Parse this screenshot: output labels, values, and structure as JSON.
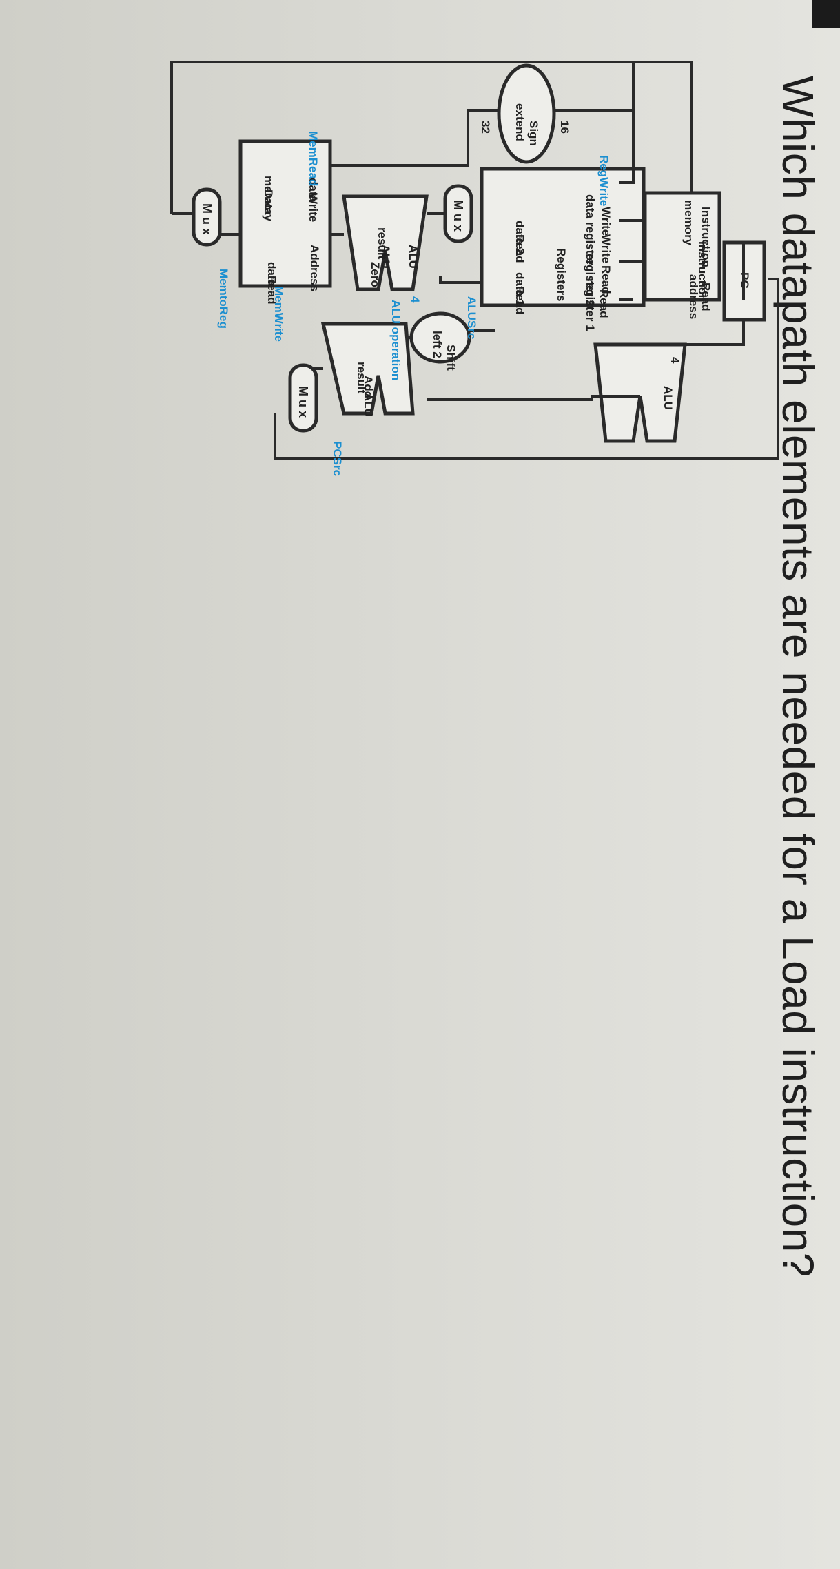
{
  "question": "Which datapath elements are needed for a Load instruction?",
  "pc": "PC",
  "adder_top": "4",
  "adder_label": "ALU",
  "instr_mem": {
    "read": "Read",
    "address": "address",
    "instruction": "Instruction",
    "name1": "Instruction",
    "name2": "memory"
  },
  "registers": {
    "read_reg1a": "Read",
    "read_reg1b": "register 1",
    "read_reg2a": "Read",
    "read_reg2b": "register 2",
    "write_rega": "Write",
    "write_regb": "register",
    "write_dataa": "Write",
    "write_datab": "data",
    "read_data1a": "Read",
    "read_data1b": "data 1",
    "read_data2a": "Read",
    "read_data2b": "data 2",
    "name": "Registers",
    "regwrite": "RegWrite"
  },
  "sign_extend": {
    "a": "Sign",
    "b": "extend",
    "in": "16",
    "out": "32"
  },
  "shift": {
    "a": "Shift",
    "b": "left 2"
  },
  "alu_add": {
    "a": "ALU",
    "b": "Add",
    "c": "result"
  },
  "alu_main": {
    "a": "ALU",
    "b": "ALU",
    "c": "result",
    "zero": "Zero"
  },
  "alusrc": "ALUSrc",
  "alu_operation": "ALU operation",
  "alu_op_bits": "4",
  "pcsrc": "PCSrc",
  "mux": "M u x",
  "data_mem": {
    "address": "Address",
    "reada": "Read",
    "readb": "data",
    "writea": "Write",
    "writeb": "data",
    "name1": "Data",
    "name2": "memory"
  },
  "memwrite": "MemWrite",
  "memread": "MemRead",
  "memtoreg": "MemtoReg",
  "colors": {
    "control": "#1c8fd0",
    "wire": "#2a2a2a"
  }
}
